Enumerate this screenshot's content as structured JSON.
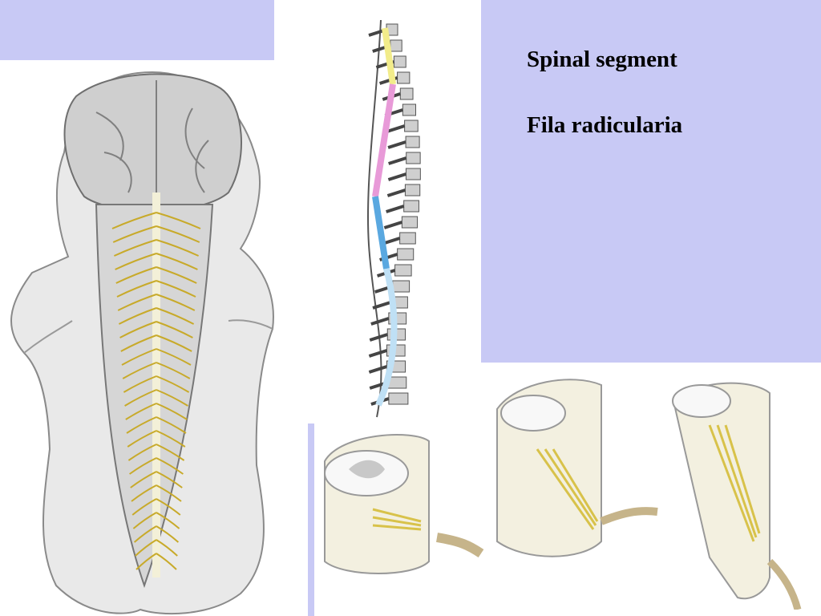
{
  "slide": {
    "lines": [
      "Spinal segment",
      "Fila radicularia"
    ]
  },
  "figures": {
    "dissection_icon": "back-dissection-illustration",
    "column_icon": "vertebral-column-diagram",
    "segment_icon": "spinal-segment-illustration"
  },
  "colors": {
    "panel": "#c8c9f5",
    "nerve": "#d8c24a",
    "cervical": "#f2ec8a",
    "thoracic": "#e89ad8",
    "lumbar": "#5aa8e0",
    "sacral": "#bfe0f5"
  }
}
